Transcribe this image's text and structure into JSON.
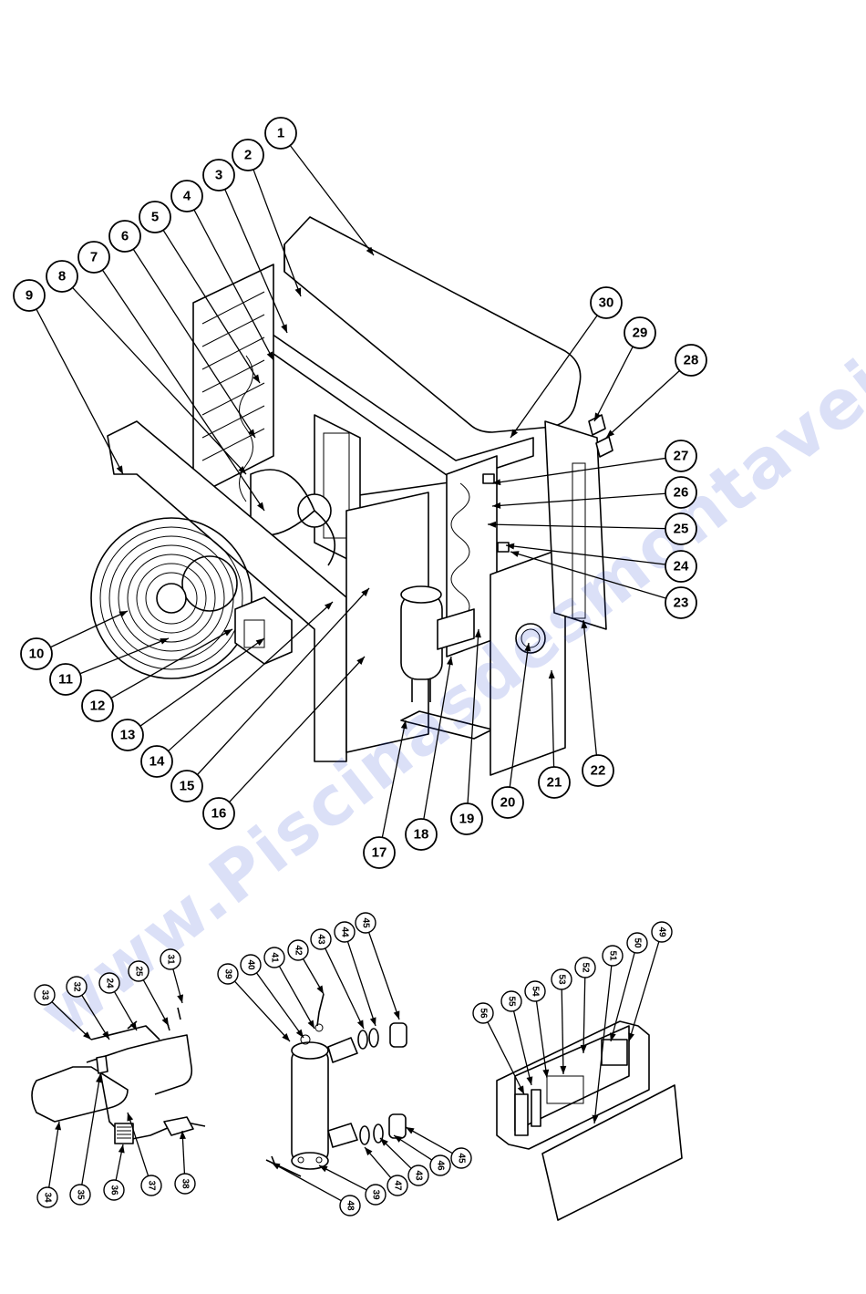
{
  "watermark": "www.Piscinasdesmontaveis.pt",
  "main_assembly": {
    "callouts": [
      "1",
      "2",
      "3",
      "4",
      "5",
      "6",
      "7",
      "8",
      "9",
      "10",
      "11",
      "12",
      "13",
      "14",
      "15",
      "16",
      "17",
      "18",
      "19",
      "20",
      "21",
      "22",
      "23",
      "24",
      "25",
      "26",
      "27",
      "28",
      "29",
      "30"
    ]
  },
  "refrigerant_piping": {
    "callouts": [
      "31",
      "25",
      "24",
      "32",
      "33",
      "34",
      "35",
      "36",
      "37",
      "38"
    ]
  },
  "heat_exchanger": {
    "callouts": [
      "39",
      "40",
      "41",
      "42",
      "43",
      "44",
      "45",
      "45",
      "46",
      "43",
      "47",
      "39",
      "48"
    ]
  },
  "control_box": {
    "callouts": [
      "56",
      "55",
      "54",
      "53",
      "52",
      "51",
      "50",
      "49"
    ]
  }
}
